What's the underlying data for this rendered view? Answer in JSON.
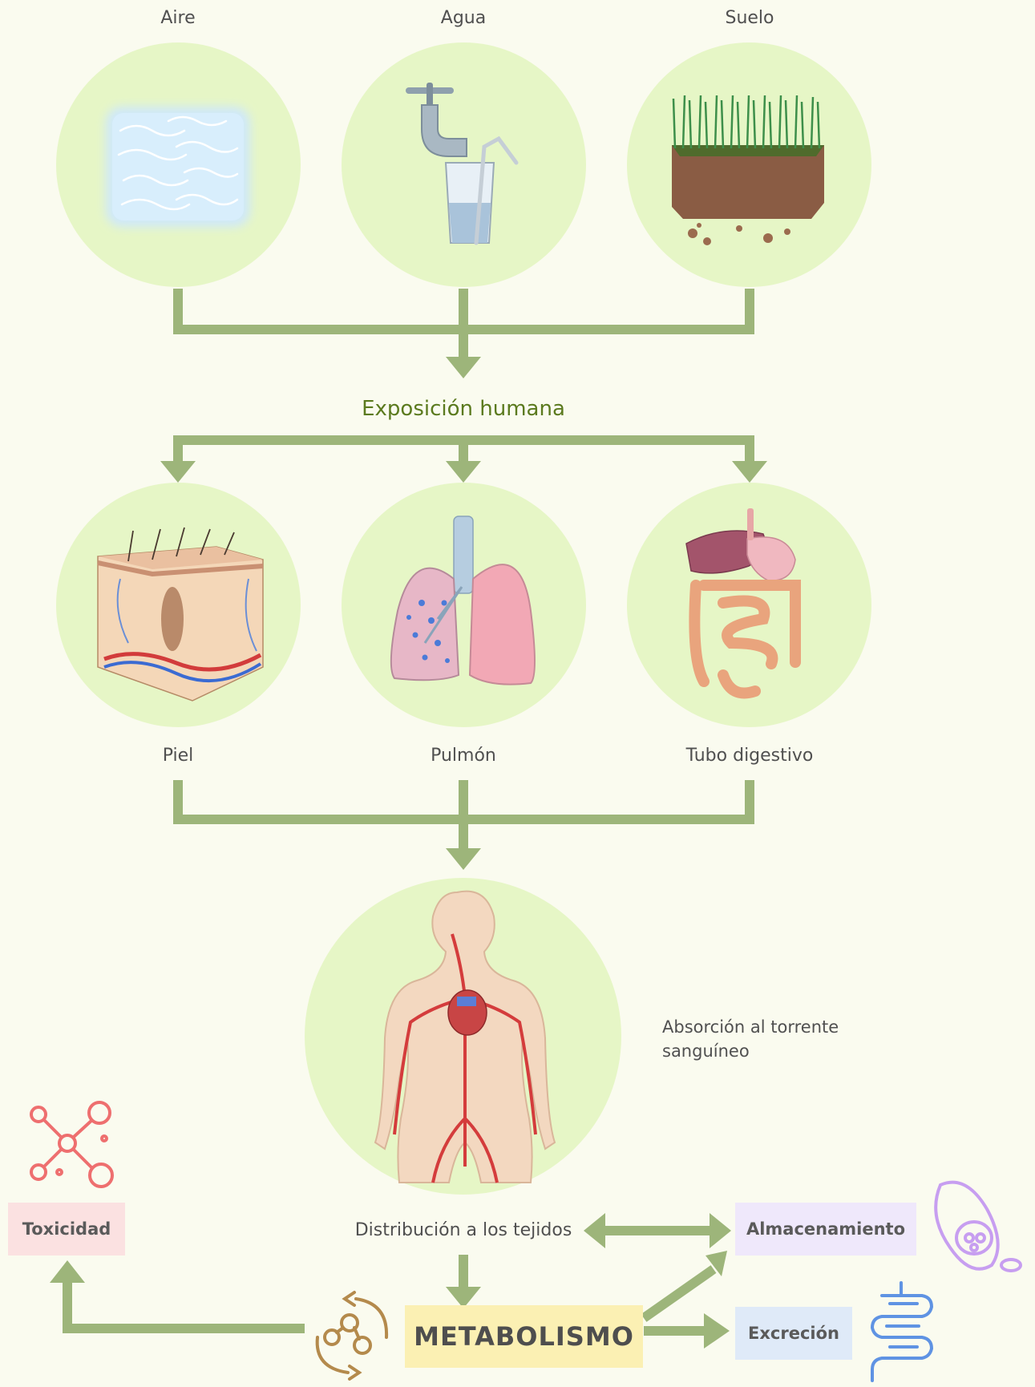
{
  "sources": {
    "air": "Aire",
    "water": "Agua",
    "soil": "Suelo"
  },
  "exposure_label": "Exposición humana",
  "routes": {
    "skin": "Piel",
    "lung": "Pulmón",
    "digestive": "Tubo digestivo"
  },
  "absorption_label": "Absorción al torrente sanguíneo",
  "distribution_label": "Distribución a los tejidos",
  "outcomes": {
    "toxicity": "Toxicidad",
    "storage": "Almacenamiento",
    "excretion": "Excreción",
    "metabolism": "METABOLISMO"
  },
  "colors": {
    "background": "#fafbef",
    "circle": "#e6f6c6",
    "arrow": "#9db57a",
    "toxicity_box": "#fbe1e1",
    "storage_box": "#efe8fb",
    "excretion_box": "#dfeaf8",
    "metabolism_box": "#fbf0b3",
    "exposure_text": "#5b7a1e"
  }
}
